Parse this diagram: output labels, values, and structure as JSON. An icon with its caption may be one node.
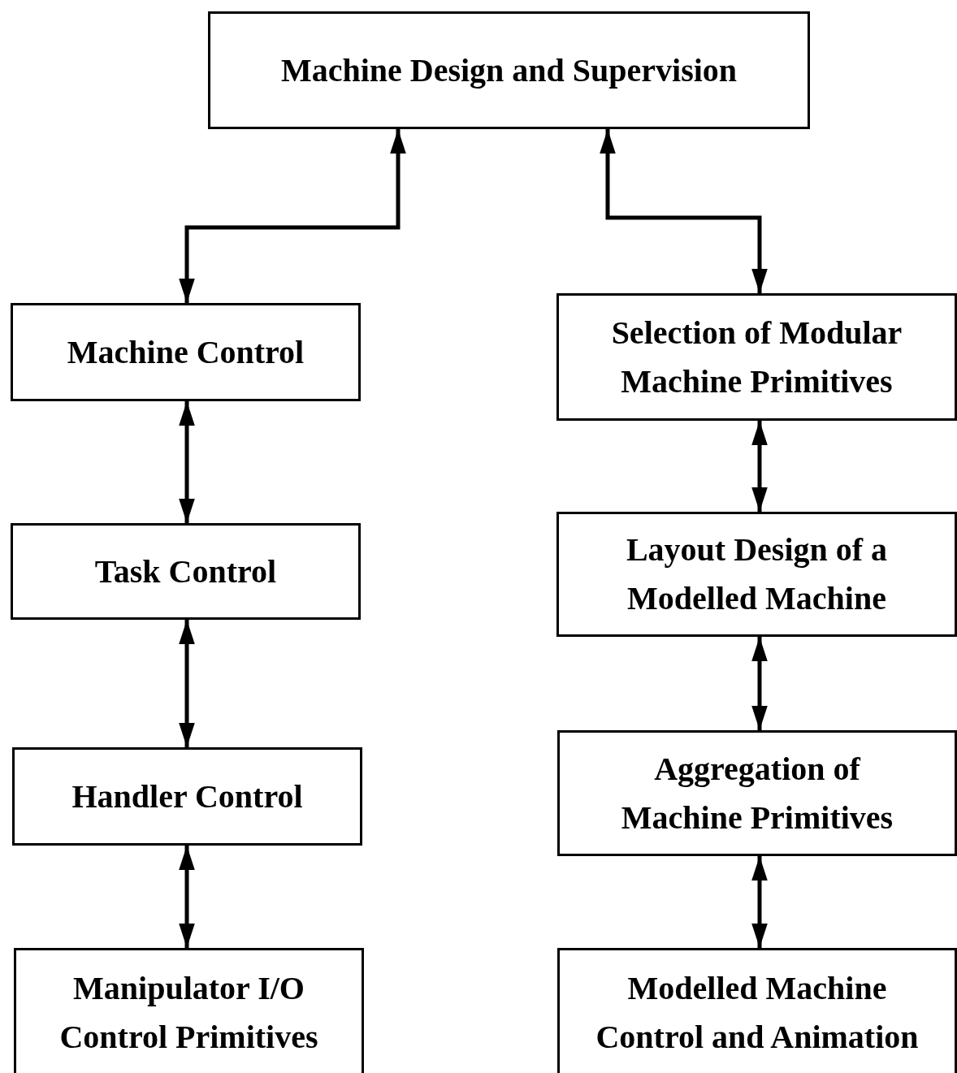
{
  "diagram": {
    "nodes": [
      {
        "text": [
          "Machine Design and Supervision"
        ]
      },
      {
        "text": [
          "Machine Control"
        ]
      },
      {
        "text": [
          "Task Control"
        ]
      },
      {
        "text": [
          "Handler Control"
        ]
      },
      {
        "text": [
          "Manipulator I/O Control Primitives"
        ]
      },
      {
        "text": [
          "Selection of Modular Machine Primitives"
        ]
      },
      {
        "text": [
          "Layout Design of a Modelled Machine"
        ]
      },
      {
        "text": [
          "Aggregation of Machine Primitives"
        ]
      },
      {
        "text": [
          "Modelled Machine Control and Animation"
        ]
      }
    ],
    "edges": [
      {
        "from": 0,
        "to": 1,
        "arrow": "both"
      },
      {
        "from": 1,
        "to": 2,
        "arrow": "both"
      },
      {
        "from": 2,
        "to": 3,
        "arrow": "both"
      },
      {
        "from": 3,
        "to": 4,
        "arrow": "both"
      },
      {
        "from": 0,
        "to": 5,
        "arrow": "both"
      },
      {
        "from": 5,
        "to": 6,
        "arrow": "both"
      },
      {
        "from": 6,
        "to": 7,
        "arrow": "both"
      },
      {
        "from": 7,
        "to": 8,
        "arrow": "both"
      }
    ]
  }
}
